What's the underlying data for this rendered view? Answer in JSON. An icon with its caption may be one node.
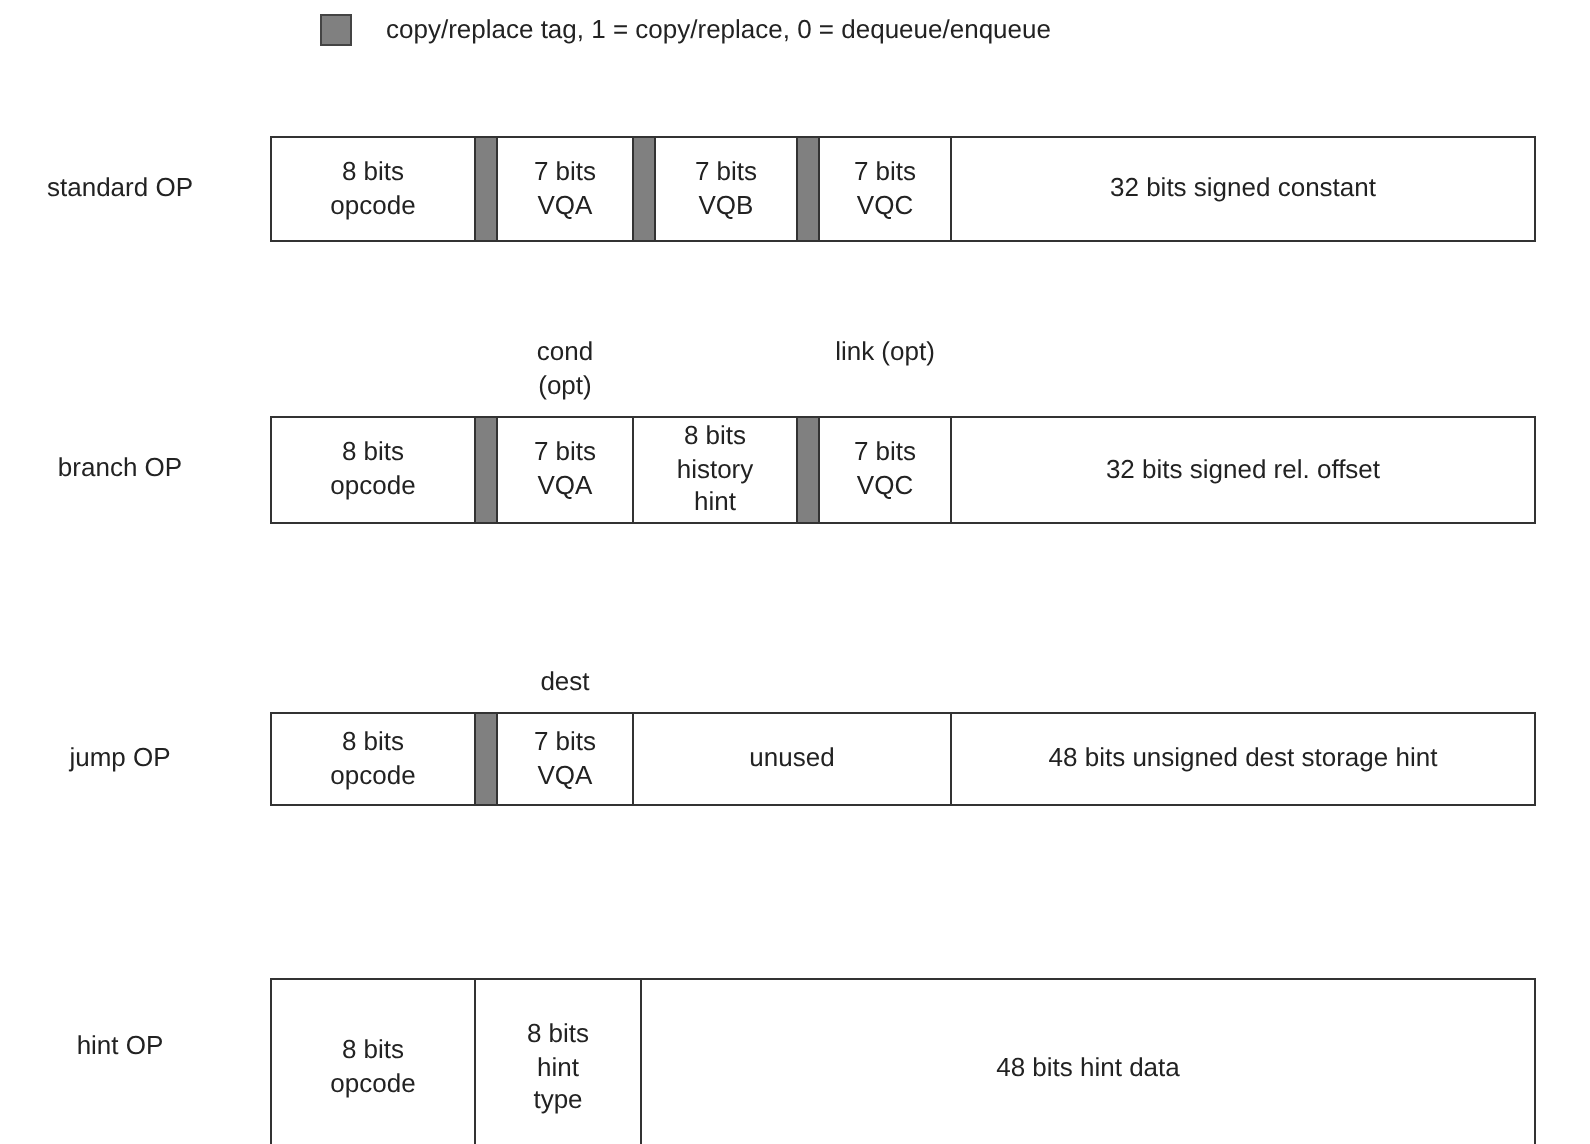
{
  "diagram": {
    "nodes": [
      {
        "text": [
          "8 bits opcode"
        ]
      },
      {
        "text": [],
        "shape": "bar"
      },
      {
        "text": [
          "7 bits VQA"
        ]
      },
      {
        "text": [],
        "shape": "bar"
      },
      {
        "text": [
          "7 bits VQB"
        ]
      },
      {
        "text": [],
        "shape": "bar"
      },
      {
        "text": [
          "7 bits VQC"
        ]
      },
      {
        "text": [
          "32 bits signed constant"
        ]
      },
      {
        "text": [
          "8 bits opcode"
        ]
      },
      {
        "text": [],
        "shape": "bar"
      },
      {
        "text": [
          "7 bits VQA"
        ],
        "beside": [
          "cond (opt)"
        ]
      },
      {
        "text": [
          "8 bits history hint"
        ]
      },
      {
        "text": [],
        "shape": "bar"
      },
      {
        "text": [
          "7 bits VQC"
        ],
        "beside": [
          "link (opt)"
        ]
      },
      {
        "text": [
          "32 bits signed rel. offset"
        ]
      },
      {
        "text": [
          "8 bits opcode"
        ]
      },
      {
        "text": [],
        "shape": "bar"
      },
      {
        "text": [
          "7 bits VQA"
        ],
        "beside": [
          "dest"
        ]
      },
      {
        "text": [
          "unused"
        ]
      },
      {
        "text": [
          "48 bits unsigned dest storage hint"
        ]
      },
      {
        "text": [
          "8 bits opcode"
        ]
      },
      {
        "text": [
          "8 bits hint type"
        ]
      },
      {
        "text": [
          "48 bits hint data"
        ]
      }
    ],
    "labels": [
      "standard OP",
      "branch OP",
      "jump OP",
      "hint OP"
    ],
    "legend": [
      {
        "text": "copy/replace tag, 1 = copy/replace, 0 = dequeue/enqueue",
        "color": "#808080"
      }
    ]
  }
}
